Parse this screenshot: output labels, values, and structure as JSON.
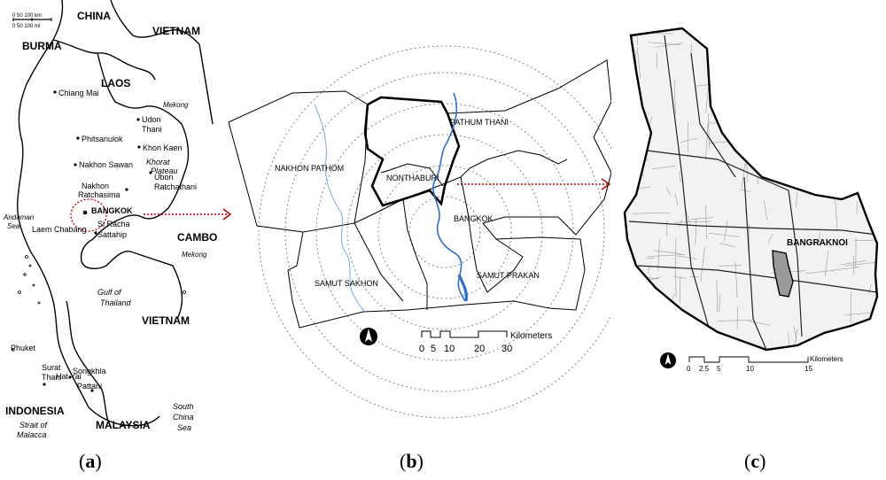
{
  "panel_a": {
    "scale_km": "0  50  100 km",
    "scale_mi": "0  50  100 mi",
    "countries": {
      "china": "CHINA",
      "vietnam_n": "VIETNAM",
      "burma": "BURMA",
      "laos": "LAOS",
      "cambodia": "CAMBODIA",
      "vietnam_s": "VIETNAM",
      "indonesia": "INDONESIA",
      "malaysia": "MALAYSIA"
    },
    "cities": {
      "chiang_mai": "Chiang Mai",
      "udon": "Udon",
      "thani1": "Thani",
      "phitsanulok": "Phitsanulok",
      "khon_kaen": "Khon Kaen",
      "nakhon_sawan": "Nakhon Sawan",
      "nakhon": "Nakhon",
      "ratchasima": "Ratchasima",
      "ubon": "Ubon",
      "ratchathani": "Ratchathani",
      "bangkok": "BANGKOK",
      "laem_chabang": "Laem Chabang",
      "si_racha": "Si Racha",
      "sattahip": "Sattahip",
      "surat": "Surat",
      "thani2": "Thani",
      "phuket": "Phuket",
      "songkhla": "Songkhla",
      "hat_yai": "Hat Yai",
      "pattani": "Pattani"
    },
    "features": {
      "mekong1": "Mekong",
      "mekong2": "Mekong",
      "khorat": "Khorat",
      "plateau": "Plateau",
      "andaman": "Andaman",
      "sea1": "Sea",
      "gulf": "Gulf of",
      "thailand": "Thailand",
      "strait": "Strait of",
      "malacca": "Malacca",
      "south": "South",
      "china_sea": "China",
      "sea2": "Sea"
    }
  },
  "panel_b": {
    "provinces": {
      "pathum_thani": "PATHUM THANI",
      "nakhon_pathom": "NAKHON PATHOM",
      "nonthaburi": "NONTHABURI",
      "bangkok": "BANGKOK",
      "samut_prakan": "SAMUT PRAKAN",
      "samut_sakhon": "SAMUT SAKHON"
    },
    "scale_unit": "Kilometers",
    "scale_ticks": [
      "0",
      "5",
      "10",
      "20",
      "30"
    ]
  },
  "panel_c": {
    "district": "BANGRAKNOI",
    "scale_unit": "Kilometers",
    "scale_ticks": [
      "0",
      "2.5",
      "5",
      "10",
      "15"
    ]
  },
  "captions": {
    "a": "a",
    "b": "b",
    "c": "c"
  },
  "colors": {
    "river": "#2b6fd6",
    "arrow": "#c00000",
    "highlight": "#9a9a9a"
  }
}
